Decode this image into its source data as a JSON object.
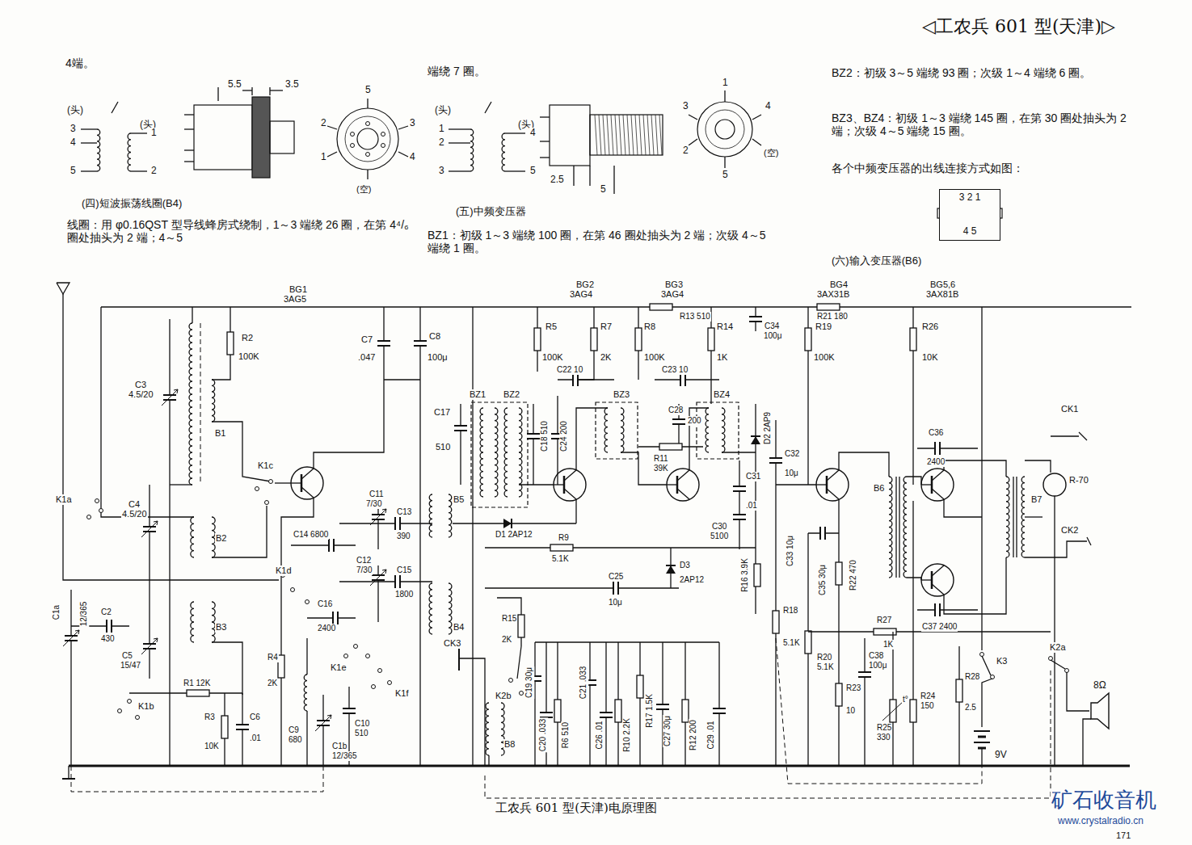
{
  "diagram": {
    "title": "◁工农兵 601 型(天津)▷",
    "caption": "工农兵 601 型(天津)电原理图",
    "nodes": [
      {
        "text": [
          "3 2 1",
          "4 5"
        ]
      }
    ],
    "labels": [
      "4端。",
      "端绕 7 圈。",
      "BZ2：初级 3～5 端绕 93 圈；次级 1～4 端绕 6 圈。",
      "BZ3、BZ4：初级 1～3 端绕 145 圈，在第 30 圈处抽头为 2 端；次级 4～5 端绕 15 圈。",
      "各个中频变压器的出线连接方式如图：",
      "(六)输入变压器(B6)",
      "(头)",
      "3",
      "4",
      "5",
      "(头)",
      "1",
      "2",
      "5.5",
      "3.5",
      "5",
      "2",
      "3",
      "1",
      "4",
      "(空)",
      "(四)短波振荡线圈(B4)",
      "线圈：用 φ0.16QST 型导线蜂房式绕制，1～3 端绕 26 圈，在第 4⁴/₆ 圈处抽头为 2 端；4～5",
      "(头)",
      "1",
      "2",
      "3",
      "(头)",
      "4",
      "5",
      "2.5",
      "5",
      "1",
      "3",
      "4",
      "2",
      "(空)",
      "5",
      "(五)中频变压器",
      "BZ1：初级 1～3 端绕 100 圈，在第 46 圈处抽头为 2 端；次级 4～5 端绕 1 圈。",
      "BG1",
      "3AG5",
      "BG2",
      "3AG4",
      "BG3",
      "3AG4",
      "BG4",
      "3AX31B",
      "BG5,6",
      "3AX81B",
      "R2",
      "100K",
      "C3",
      "4.5/20",
      "B1",
      "K1c",
      "K1a",
      "C4",
      "4.5/20",
      "B2",
      "C7",
      ".047",
      "C8",
      "100μ",
      "C17",
      "510",
      "BZ1",
      "BZ2",
      "C18 510",
      "C24 200",
      "R5",
      "100K",
      "R7",
      "2K",
      "C22 10",
      "BZ3",
      "R13 510",
      "R8",
      "100K",
      "C23 10",
      "C28",
      "200",
      "R11",
      "39K",
      "BZ4",
      "R14",
      "1K",
      "D2 2AP9",
      "C34",
      "100μ",
      "R21 180",
      "R19",
      "100K",
      "C32",
      "10μ",
      "C31",
      ".01",
      "C30",
      "5100",
      "R16 3.9K",
      "R26",
      "10K",
      "C36",
      "2400",
      "B6",
      "CK1",
      "R-70",
      "CK2",
      "C37 2400",
      "B7",
      "C33 10μ",
      "C35 30μ",
      "R22 470",
      "R18",
      "5.1K",
      "R20",
      "5.1K",
      "R27",
      "1K",
      "C38",
      "100μ",
      "R23",
      "10",
      "t°",
      "R25",
      "330",
      "R24",
      "150",
      "R28",
      "2.5",
      "K3",
      "9V",
      "K2a",
      "8Ω",
      "C11",
      "7/30",
      "C13",
      "390",
      "B5",
      "D1 2AP12",
      "R9",
      "5.1K",
      "C14 6800",
      "K1d",
      "C12",
      "7/30",
      "C15",
      "1800",
      "B4",
      "C25",
      "10μ",
      "D3",
      "2AP12",
      "C16",
      "2400",
      "B3",
      "C1a",
      "12/365",
      "C2",
      "430",
      "C5",
      "15/47",
      "R1 12K",
      "K1b",
      "R3",
      "10K",
      "C6",
      ".01",
      "R4",
      "2K",
      "K1e",
      "K1f",
      "C9",
      "680",
      "C1b",
      "12/365",
      "C10",
      "510",
      "R15",
      "2K",
      "CK3",
      "K2b",
      "C19 30μ",
      "C20 .033",
      "R6 510",
      "C21 .033",
      "B8",
      "C26 .01",
      "R10 2.2K",
      "R17 1.5K",
      "C27 30μ",
      "R12 200",
      "C29 .01",
      "矿石收音机",
      "www.crystalradio.cn",
      "171"
    ]
  }
}
